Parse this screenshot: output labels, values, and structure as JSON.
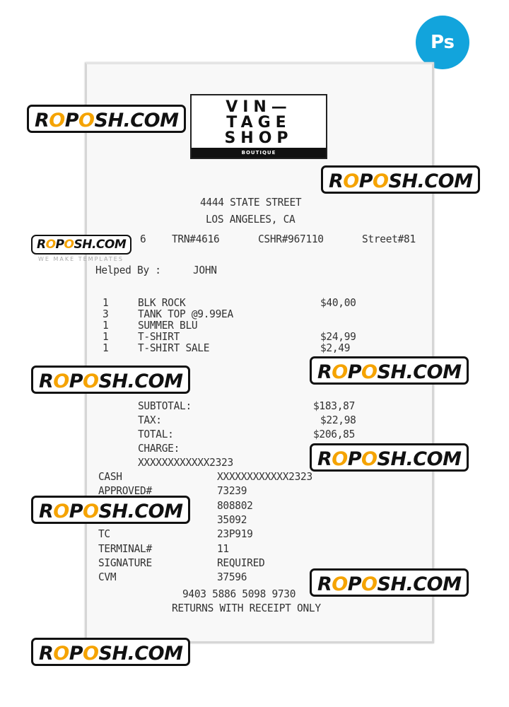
{
  "badge": {
    "label": "Ps"
  },
  "watermark": {
    "pre": "R",
    "o1": "O",
    "mid": "P",
    "o2": "O",
    "post": "SH.COM",
    "tagline": "WE MAKE TEMPLATES"
  },
  "logo": {
    "line1": "VIN—",
    "line2": "TAGE",
    "line3": "SHOP",
    "band": "BOUTIQUE"
  },
  "address": {
    "street": "4444 STATE STREET",
    "city": "LOS ANGELES, CA"
  },
  "info": {
    "store_tail": "6",
    "trn": "TRN#4616",
    "cshr": "CSHR#967110",
    "street": "Street#81"
  },
  "helped": {
    "label": "Helped By :",
    "name": "JOHN"
  },
  "items": [
    {
      "qty": "1",
      "desc": "BLK ROCK",
      "price": "$40,00"
    },
    {
      "qty": "3",
      "desc": "TANK TOP @9.99EA",
      "price": ""
    },
    {
      "qty": "1",
      "desc": "SUMMER BLU",
      "price": ""
    },
    {
      "qty": "1",
      "desc": "T-SHIRT",
      "price": "$24,99"
    },
    {
      "qty": "1",
      "desc": "T-SHIRT SALE",
      "price": "$2,49"
    }
  ],
  "totals": {
    "subtotal_label": "SUBTOTAL:",
    "subtotal": "$183,87",
    "tax_label": "TAX:",
    "tax": "$22,98",
    "total_label": "TOTAL:",
    "total": "$206,85",
    "charge_label": "CHARGE:",
    "charge_card": "XXXXXXXXXXXX2323"
  },
  "payment": [
    {
      "label": "CASH",
      "value": "XXXXXXXXXXXX2323"
    },
    {
      "label": "APPROVED#",
      "value": "73239"
    },
    {
      "label": "",
      "value": "808802"
    },
    {
      "label": "",
      "value": "35092"
    },
    {
      "label": "TC",
      "value": "23P919"
    },
    {
      "label": "TERMINAL#",
      "value": "11"
    },
    {
      "label": "SIGNATURE",
      "value": "REQUIRED"
    },
    {
      "label": "CVM",
      "value": "37596"
    }
  ],
  "footer": {
    "barcode_number": "9403 5886 5098 9730",
    "note": "RETURNS WITH RECEIPT ONLY"
  }
}
